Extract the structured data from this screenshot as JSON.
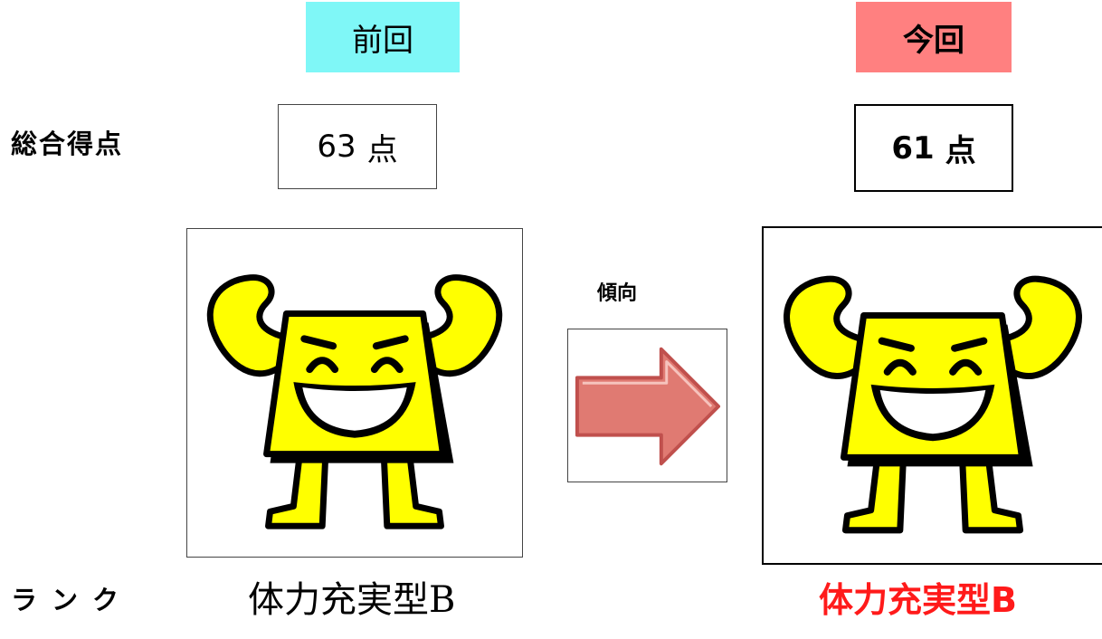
{
  "headers": {
    "previous": "前回",
    "current": "今回"
  },
  "labels": {
    "total_score": "総合得点",
    "rank": "ランク",
    "trend": "傾向"
  },
  "score": {
    "previous": {
      "value": "63",
      "unit": "点"
    },
    "current": {
      "value": "61",
      "unit": "点"
    }
  },
  "rank": {
    "previous": "体力充実型B",
    "current": "体力充実型B"
  },
  "colors": {
    "previous_header_bg": "#7ff7f7",
    "current_header_bg": "#ff8080",
    "current_rank_text": "#ff1a1a",
    "character_fill": "#ffff00",
    "arrow_fill": "#e07a72"
  },
  "icons": {
    "character": "muscle-flexing-character-icon",
    "trend": "arrow-right-icon"
  }
}
